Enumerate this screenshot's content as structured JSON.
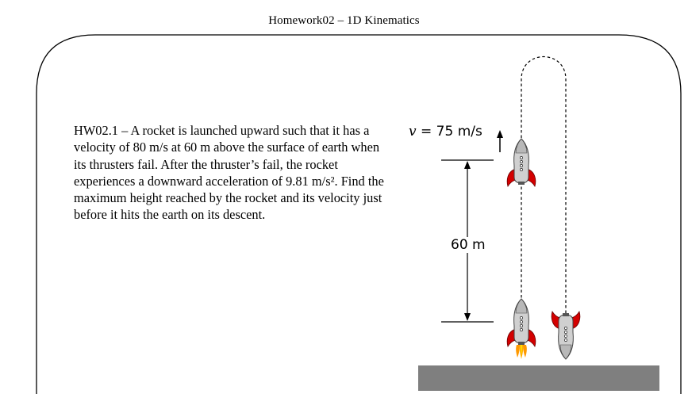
{
  "header": {
    "title": "Homework02 – 1D Kinematics"
  },
  "problem": {
    "text": "HW02.1 – A rocket is launched upward such that it has a velocity of 80 m/s at 60 m above the surface of earth when its thrusters fail. After the thruster’s fail, the rocket experiences a downward acceleration of 9.81 m/s². Find the maximum height reached by the rocket and its velocity just before it hits the earth on its descent."
  },
  "figure": {
    "velocity_symbol": "v",
    "velocity_value": " = 75 m/s",
    "height_label": "60 m",
    "rocket_body_color": "#d0d0d0",
    "rocket_fin_color": "#d40000",
    "flame_colors": [
      "#ff9900",
      "#ffdd00"
    ],
    "ground_color": "#7f7f7f",
    "icons": [
      "rocket-icon",
      "flame-icon"
    ]
  }
}
